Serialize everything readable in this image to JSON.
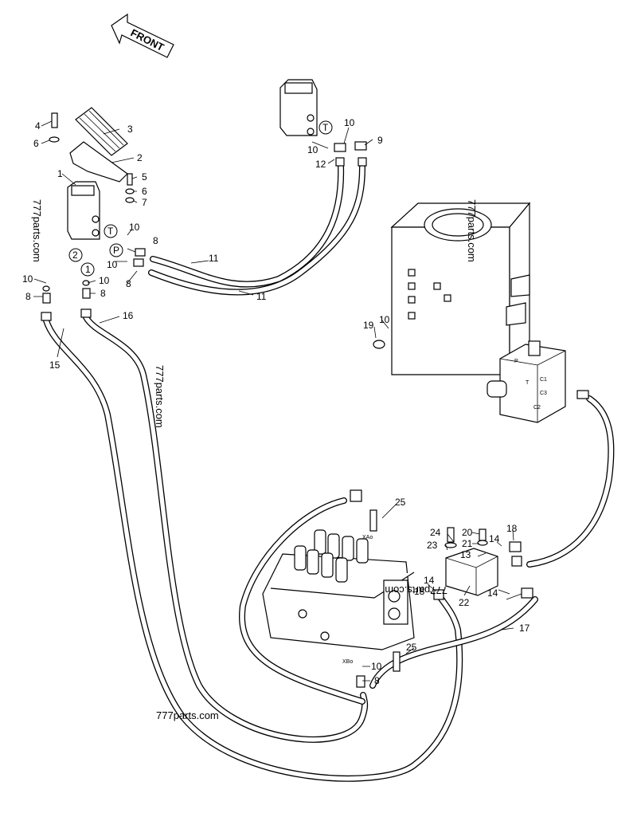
{
  "front_label": "FRONT",
  "watermarks": [
    "777parts.com",
    "777parts.com",
    "777parts.com",
    "777parts.com",
    "777parts.com"
  ],
  "circled_labels": [
    "T",
    "P",
    "T",
    "2",
    "1"
  ],
  "part_numbers": {
    "n1": "1",
    "n2": "2",
    "n3": "3",
    "n4": "4",
    "n5": "5",
    "n6a": "6",
    "n6b": "6",
    "n7": "7",
    "n8a": "8",
    "n8b": "8",
    "n8c": "8",
    "n8d": "8",
    "n8e": "8",
    "n9": "9",
    "n10a": "10",
    "n10b": "10",
    "n10c": "10",
    "n10d": "10",
    "n10e": "10",
    "n10f": "10",
    "n10g": "10",
    "n10h": "10",
    "n11a": "11",
    "n11b": "11",
    "n12": "12",
    "n13": "13",
    "n14a": "14",
    "n14b": "14",
    "n14c": "14",
    "n15": "15",
    "n16": "16",
    "n17": "17",
    "n18a": "18",
    "n18b": "18",
    "n19": "19",
    "n20": "20",
    "n21": "21",
    "n22": "22",
    "n23": "23",
    "n24": "24",
    "n25a": "25",
    "n25b": "25"
  },
  "port_labels": {
    "xao": "XAo",
    "xbo": "XBo",
    "p": "P",
    "t": "T",
    "c1": "C1",
    "c3": "C3",
    "c2": "C2"
  }
}
